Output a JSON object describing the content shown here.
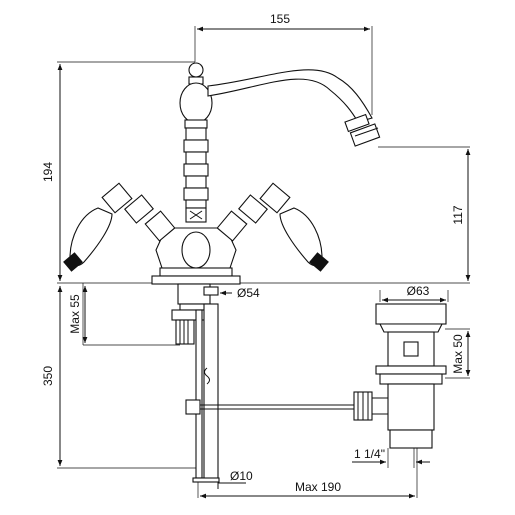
{
  "dimensions": {
    "spout_reach": "155",
    "overall_height": "194",
    "spout_height": "117",
    "body_diameter": "Ø54",
    "max_thickness": "Max 55",
    "shank_length": "350",
    "rod_diameter": "Ø10",
    "max_reach": "Max 190",
    "waste_diameter": "Ø63",
    "waste_max": "Max 50",
    "waste_thread": "1 1/4\""
  }
}
